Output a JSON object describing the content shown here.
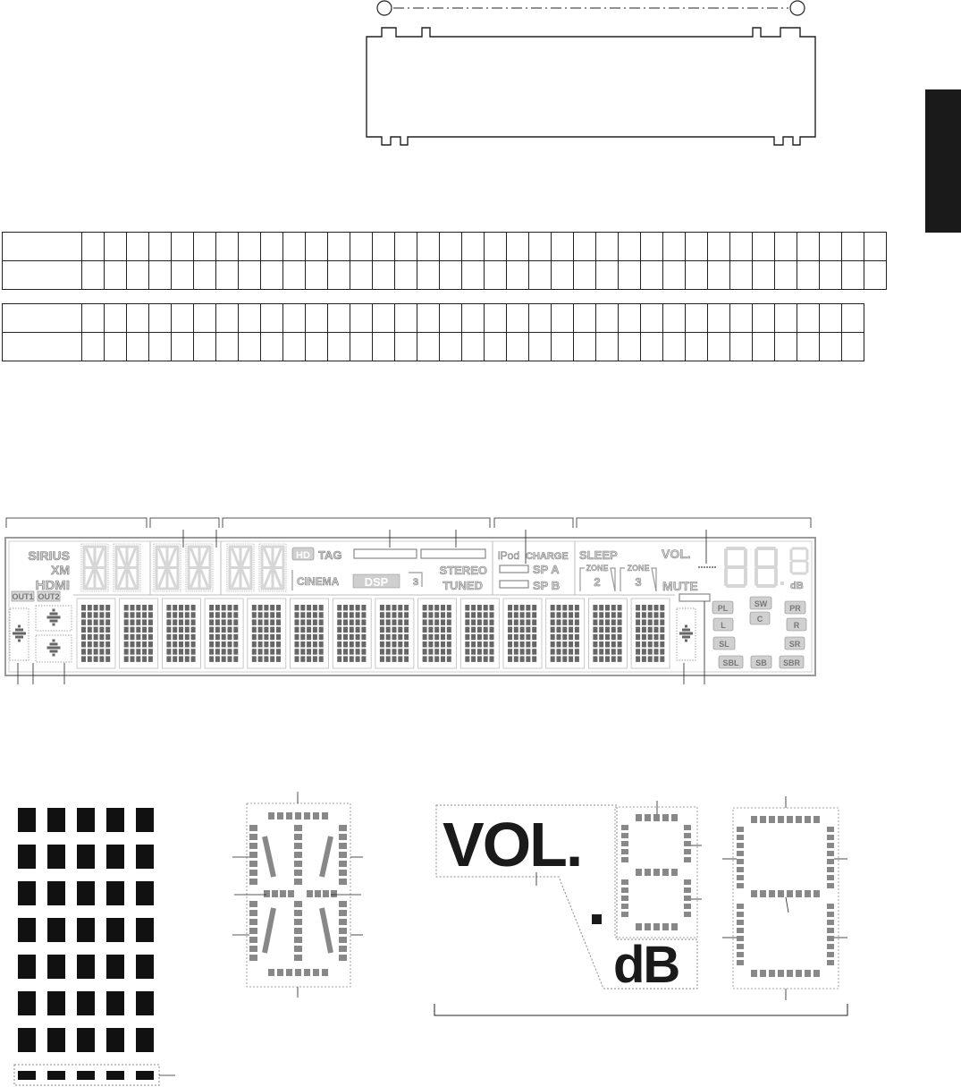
{
  "pin_tables": [
    {
      "rows": 2,
      "pin_columns": 36
    },
    {
      "rows": 2,
      "pin_columns": 35
    }
  ],
  "fl_display": {
    "labels": {
      "sirius": "SIRIUS",
      "xm": "XM",
      "hdmi": "HDMI",
      "out1": "OUT1",
      "out2": "OUT2",
      "hd": "HD",
      "tag": "TAG",
      "cinema": "CINEMA",
      "dsp": "DSP",
      "dsp3": "3",
      "stereo": "STEREO",
      "tuned": "TUNED",
      "ipod": "iPod",
      "charge": "CHARGE",
      "spa": "SP A",
      "spb": "SP B",
      "sleep": "SLEEP",
      "vol": "VOL.",
      "zone": "ZONE",
      "zone2": "2",
      "zone3": "3",
      "mute": "MUTE",
      "db": "dB"
    },
    "speakers": [
      "PL",
      "SW",
      "PR",
      "L",
      "C",
      "R",
      "SL",
      "SR",
      "SBL",
      "SB",
      "SBR"
    ]
  },
  "detail": {
    "vol": "VOL.",
    "db": "dB"
  },
  "colors": {
    "ink": "#111111",
    "segment": "#d6d6d6",
    "panel": "#cfcfcf",
    "frame": "#8c8c8c",
    "tab": "#1a1a1a"
  }
}
